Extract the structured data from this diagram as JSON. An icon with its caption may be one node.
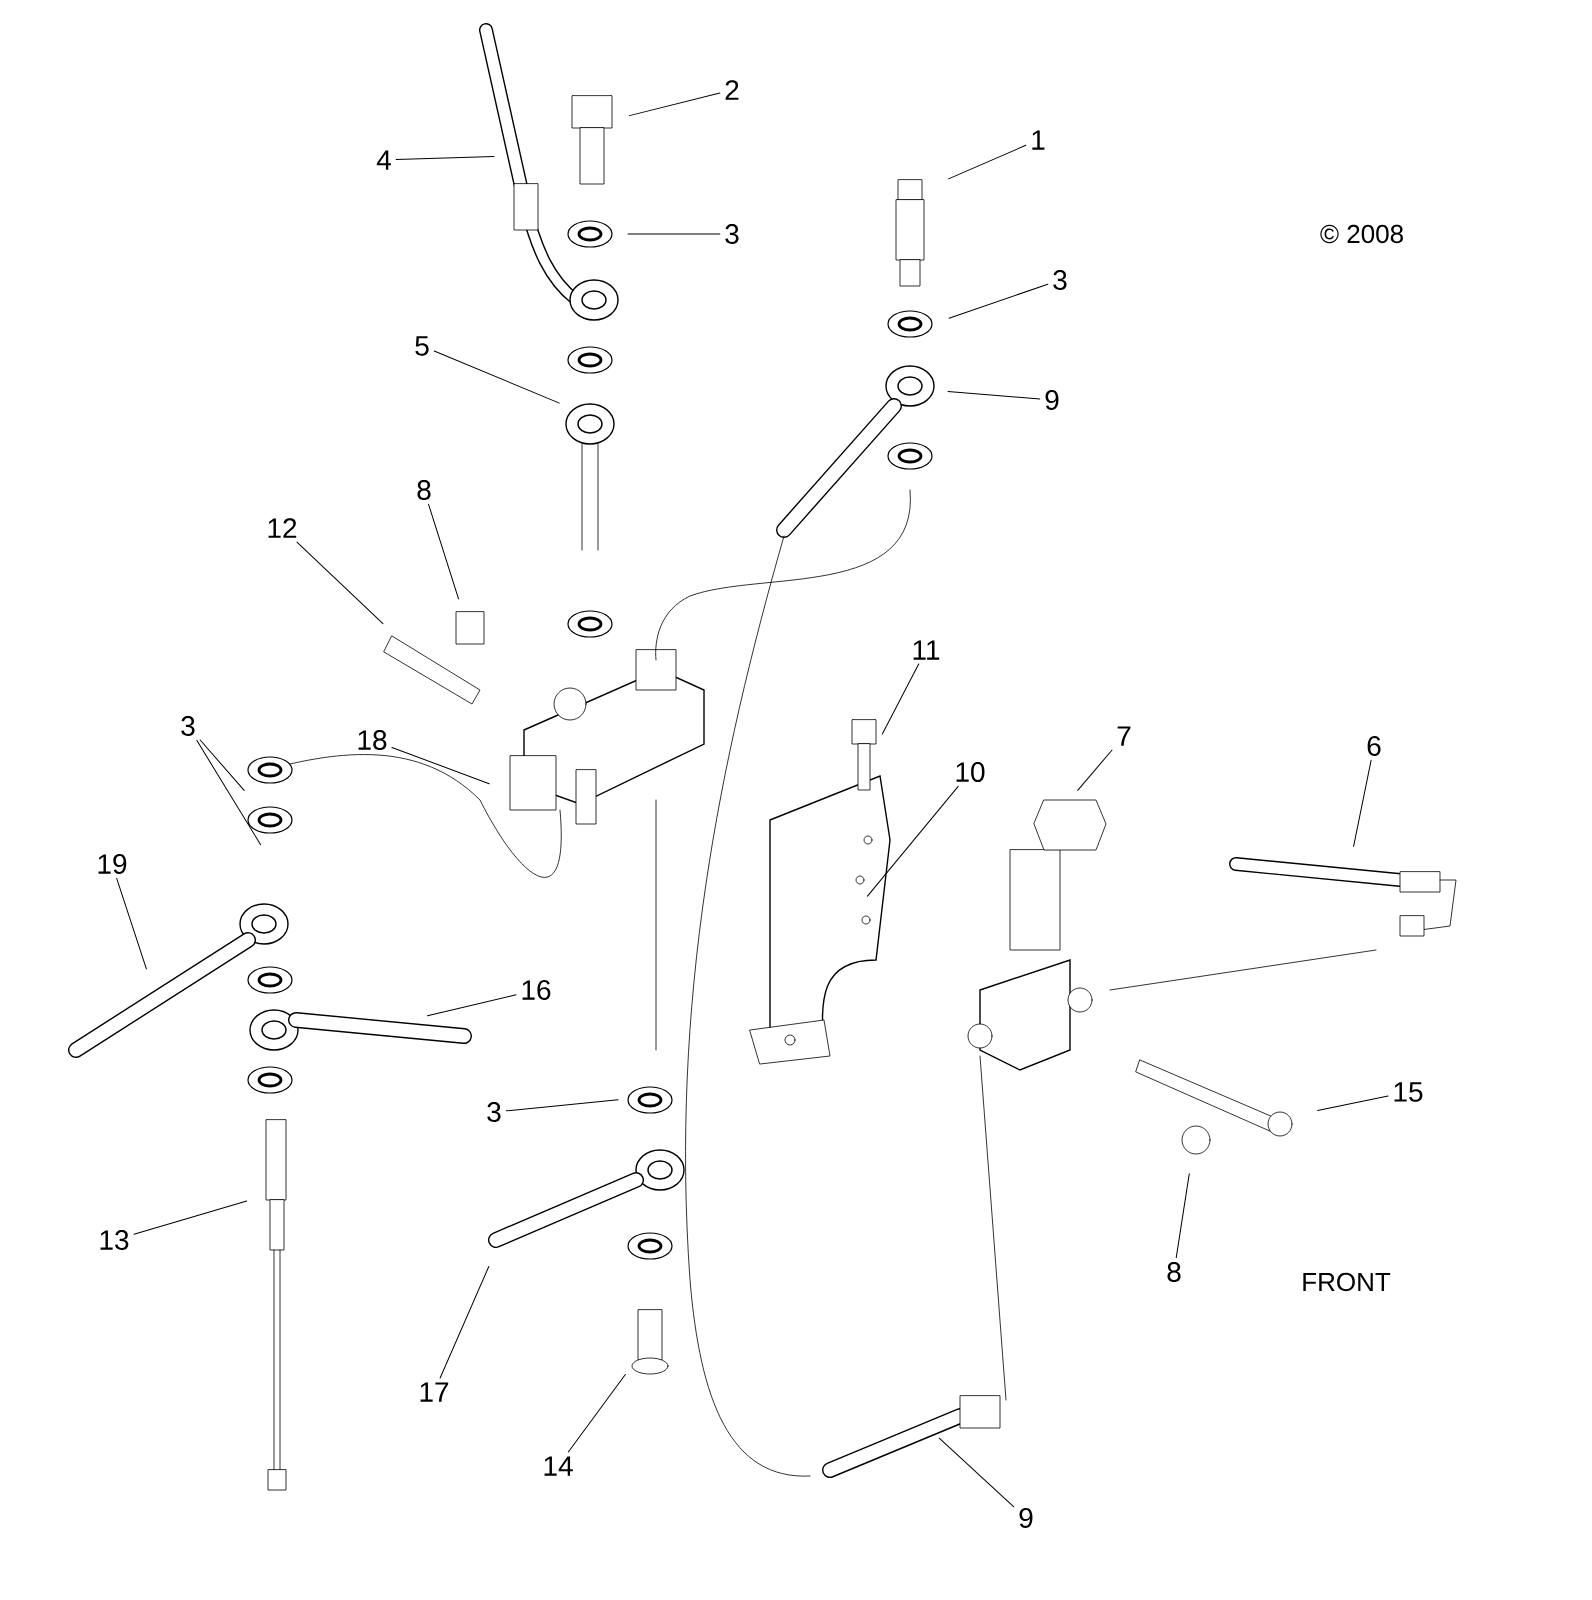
{
  "diagram": {
    "nodes": [
      {
        "text": [
          "2"
        ]
      },
      {
        "text": [
          "1"
        ]
      },
      {
        "text": [
          "4"
        ]
      },
      {
        "text": [
          "3"
        ]
      },
      {
        "text": [
          "3"
        ]
      },
      {
        "text": [
          "5"
        ]
      },
      {
        "text": [
          "9"
        ]
      },
      {
        "text": [
          "12"
        ]
      },
      {
        "text": [
          "8"
        ]
      },
      {
        "text": [
          "11"
        ]
      },
      {
        "text": [
          "7"
        ]
      },
      {
        "text": [
          "10"
        ]
      },
      {
        "text": [
          "6"
        ]
      },
      {
        "text": [
          "18"
        ]
      },
      {
        "text": [
          "3"
        ]
      },
      {
        "text": [
          "19"
        ]
      },
      {
        "text": [
          "16"
        ]
      },
      {
        "text": [
          "13"
        ]
      },
      {
        "text": [
          "3"
        ]
      },
      {
        "text": [
          "17"
        ]
      },
      {
        "text": [
          "15"
        ]
      },
      {
        "text": [
          "8"
        ]
      },
      {
        "text": [
          "14"
        ]
      },
      {
        "text": [
          "9"
        ]
      }
    ],
    "edges": [
      {
        "from": 0,
        "to": null,
        "arrow": "none"
      },
      {
        "from": 1,
        "to": null,
        "arrow": "none"
      },
      {
        "from": 2,
        "to": null,
        "arrow": "none"
      },
      {
        "from": 3,
        "to": null,
        "arrow": "none"
      },
      {
        "from": 4,
        "to": null,
        "arrow": "none"
      },
      {
        "from": 5,
        "to": null,
        "arrow": "none"
      },
      {
        "from": 6,
        "to": null,
        "arrow": "none"
      },
      {
        "from": 7,
        "to": null,
        "arrow": "none"
      },
      {
        "from": 8,
        "to": null,
        "arrow": "none"
      },
      {
        "from": 9,
        "to": null,
        "arrow": "none"
      },
      {
        "from": 10,
        "to": null,
        "arrow": "none"
      },
      {
        "from": 11,
        "to": null,
        "arrow": "none"
      },
      {
        "from": 12,
        "to": null,
        "arrow": "none"
      },
      {
        "from": 13,
        "to": null,
        "arrow": "none"
      },
      {
        "from": 14,
        "to": null,
        "arrow": "none"
      },
      {
        "from": 14,
        "to": null,
        "arrow": "none"
      },
      {
        "from": 15,
        "to": null,
        "arrow": "none"
      },
      {
        "from": 16,
        "to": null,
        "arrow": "none"
      },
      {
        "from": 17,
        "to": null,
        "arrow": "none"
      },
      {
        "from": 18,
        "to": null,
        "arrow": "none"
      },
      {
        "from": 19,
        "to": null,
        "arrow": "none"
      },
      {
        "from": 20,
        "to": null,
        "arrow": "none"
      },
      {
        "from": 21,
        "to": null,
        "arrow": "none"
      },
      {
        "from": 22,
        "to": null,
        "arrow": "none"
      },
      {
        "from": 23,
        "to": null,
        "arrow": "none"
      }
    ],
    "labels": [
      "© 2008",
      "FRONT"
    ]
  }
}
